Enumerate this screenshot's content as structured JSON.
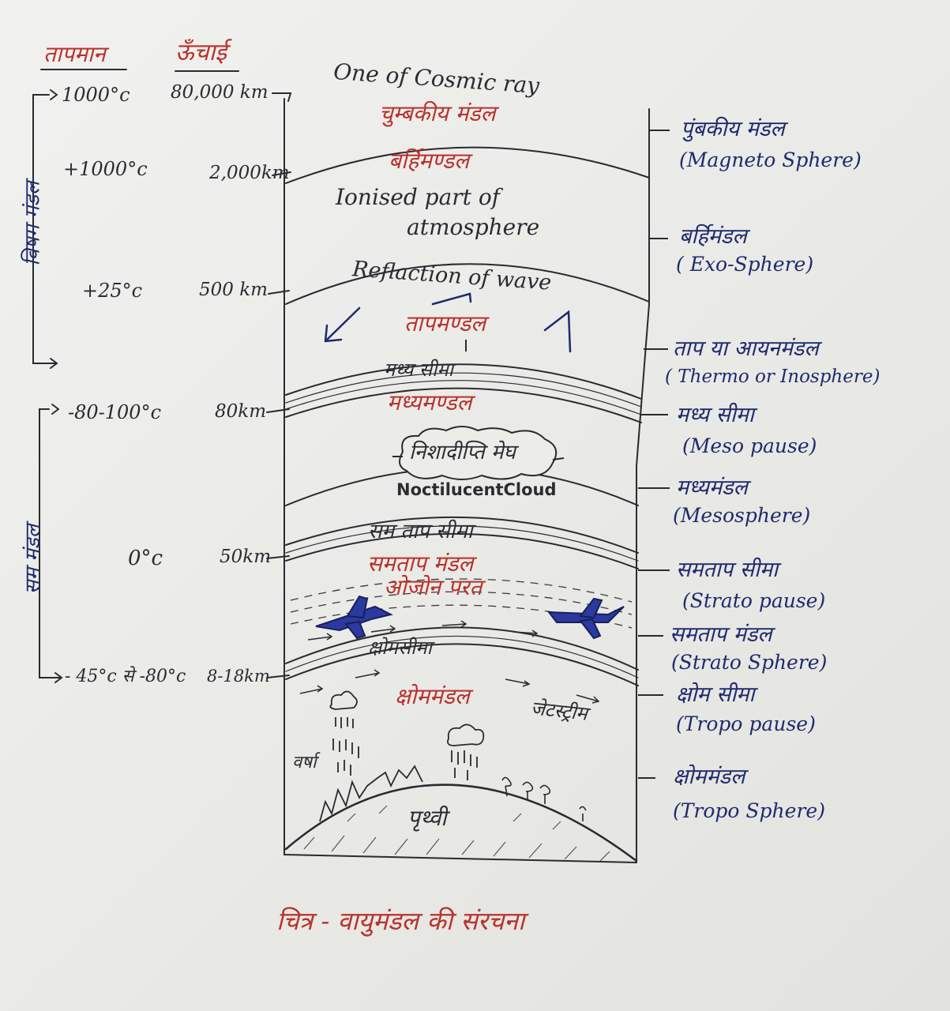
{
  "headers": {
    "temperature": "तापमान",
    "altitude": "ऊँचाई"
  },
  "temperatures": [
    "1000°c",
    "+1000°c",
    "+25°c",
    "-80-100°c",
    "0°c",
    "- 45°c से -80°c"
  ],
  "altitudes": [
    "80,000 km",
    "2,000km",
    "500 km",
    "80km",
    "50km",
    "8-18km"
  ],
  "side_labels": {
    "upper": "विषम मंडल",
    "lower": "सम मंडल"
  },
  "inner": {
    "cosmic": "One of Cosmic ray",
    "magneto_hi": "चुम्बकीय मंडल",
    "exo_hi": "बर्हिमण्डल",
    "ionised": "Ionised part of",
    "atmosphere": "atmosphere",
    "reflection": "Reflaction of wave",
    "thermo_hi": "तापमण्डल",
    "mesopause_hi": "मध्य सीमा",
    "meso_hi": "मध्यमण्डल",
    "cloud_hi": "निशादीप्ति मेघ",
    "cloud_en": "NoctilucentCloud",
    "stratopause_hi": "सम ताप सीमा",
    "strato_hi": "समताप मंडल",
    "ozone_hi": "ओजोन परत",
    "tropopause_hi": "क्षोमसीमा",
    "tropo_hi": "क्षोममंडल",
    "jetstream_hi": "जेटस्ट्रीम",
    "rain_hi": "वर्षा",
    "earth_hi": "पृथ्वी"
  },
  "right": [
    {
      "hi": "पुंबकीय मंडल",
      "en": "(Magneto Sphere)"
    },
    {
      "hi": "बर्हिमंडल",
      "en": "( Exo-Sphere)"
    },
    {
      "hi": "ताप या आयनमंडल",
      "en": "( Thermo or Inosphere)"
    },
    {
      "hi": "मध्य सीमा",
      "en": "(Meso pause)"
    },
    {
      "hi": "मध्यमंडल",
      "en": "(Mesosphere)"
    },
    {
      "hi": "समताप सीमा",
      "en": "(Strato pause)"
    },
    {
      "hi": "समताप मंडल",
      "en": "(Strato Sphere)"
    },
    {
      "hi": "क्षोम सीमा",
      "en": "(Tropo pause)"
    },
    {
      "hi": "क्षोममंडल",
      "en": "(Tropo Sphere)"
    }
  ],
  "caption": "चित्र - वायुमंडल की संरचना"
}
